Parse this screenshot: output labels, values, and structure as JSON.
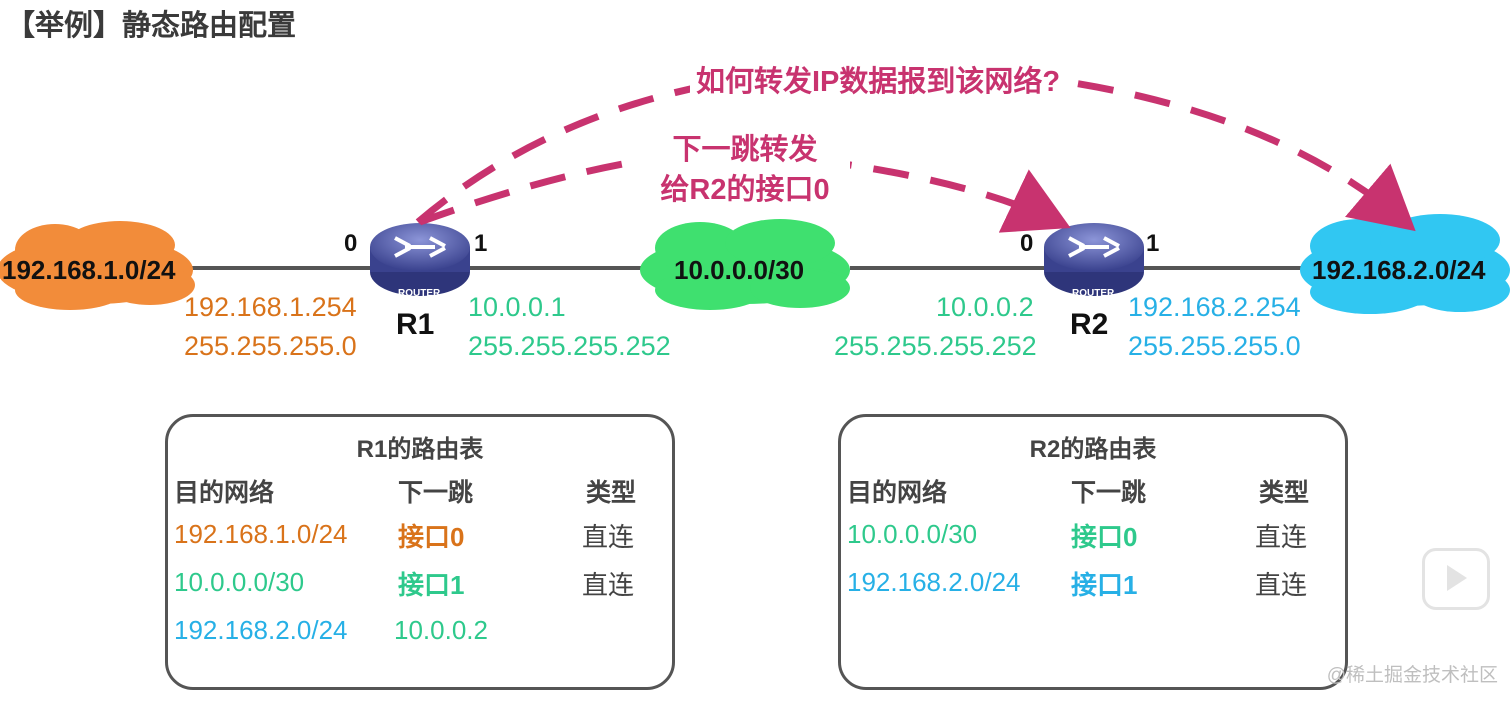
{
  "title": "【举例】静态路由配置",
  "clouds": {
    "left": {
      "label": "192.168.1.0/24",
      "color": "#f28c3a"
    },
    "middle": {
      "label": "10.0.0.0/30",
      "color": "#3fe06f"
    },
    "right": {
      "label": "192.168.2.0/24",
      "color": "#31c7f2"
    }
  },
  "routers": {
    "r1": {
      "name": "R1",
      "badge": "ROUTER",
      "port_left": "0",
      "port_right": "1"
    },
    "r2": {
      "name": "R2",
      "badge": "ROUTER",
      "port_left": "0",
      "port_right": "1"
    }
  },
  "interfaces": {
    "r1_if0": {
      "ip": "192.168.1.254",
      "mask": "255.255.255.0"
    },
    "r1_if1": {
      "ip": "10.0.0.1",
      "mask": "255.255.255.252"
    },
    "r2_if0": {
      "ip": "10.0.0.2",
      "mask": "255.255.255.252"
    },
    "r2_if1": {
      "ip": "192.168.2.254",
      "mask": "255.255.255.0"
    }
  },
  "annotations": {
    "question": "如何转发IP数据报到该网络?",
    "next_hop_line1": "下一跳转发",
    "next_hop_line2": "给R2的接口0",
    "arrow_color": "#c8336f"
  },
  "r1_table": {
    "title": "R1的路由表",
    "headers": [
      "目的网络",
      "下一跳",
      "类型"
    ],
    "rows": [
      {
        "dest": "192.168.1.0/24",
        "next": "接口0",
        "type": "直连"
      },
      {
        "dest": "10.0.0.0/30",
        "next": "接口1",
        "type": "直连"
      },
      {
        "dest": "192.168.2.0/24",
        "next": "10.0.0.2",
        "type": ""
      }
    ]
  },
  "r2_table": {
    "title": "R2的路由表",
    "headers": [
      "目的网络",
      "下一跳",
      "类型"
    ],
    "rows": [
      {
        "dest": "10.0.0.0/30",
        "next": "接口0",
        "type": "直连"
      },
      {
        "dest": "192.168.2.0/24",
        "next": "接口1",
        "type": "直连"
      }
    ]
  },
  "watermark": "@稀土掘金技术社区"
}
